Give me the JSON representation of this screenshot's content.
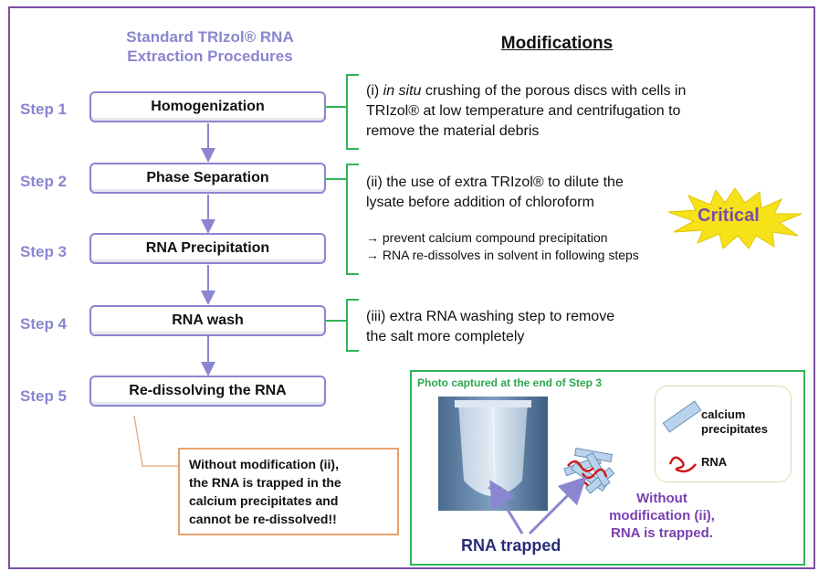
{
  "left_title": [
    "Standard TRIzol® RNA",
    "Extraction Procedures"
  ],
  "right_title": "Modifications",
  "steps": [
    {
      "label": "Step 1",
      "box": "Homogenization"
    },
    {
      "label": "Step 2",
      "box": "Phase Separation"
    },
    {
      "label": "Step 3",
      "box": "RNA Precipitation"
    },
    {
      "label": "Step 4",
      "box": "RNA wash"
    },
    {
      "label": "Step 5",
      "box": "Re-dissolving the RNA"
    }
  ],
  "mods": {
    "m1": {
      "prefix": "(i) ",
      "italic": "in situ",
      "line1_rest": " crushing of the porous discs with cells in",
      "line2": "TRIzol® at low temperature and centrifugation to",
      "line3": "remove the material debris"
    },
    "m2": {
      "line1": "(ii) the use of extra TRIzol® to dilute the",
      "line2": "lysate before addition of chloroform",
      "bullet1": "→ prevent calcium compound precipitation",
      "bullet2": "→ RNA re-dissolves in solvent in following steps"
    },
    "m3": {
      "line1": "(iii) extra RNA washing step to remove",
      "line2": "the salt more completely"
    }
  },
  "critical": "Critical",
  "note": [
    "Without modification (ii),",
    "the RNA is trapped in the",
    "calcium precipitates and",
    "cannot be re-dissolved!!"
  ],
  "photo": {
    "caption": "Photo captured at the end of Step 3",
    "legend_calcium": [
      "calcium",
      "precipitates"
    ],
    "legend_rna": "RNA",
    "without": [
      "Without",
      "modification (ii),",
      "RNA is trapped."
    ],
    "trapped": "RNA trapped"
  },
  "colors": {
    "frame": "#7a4fa3",
    "step_purple": "#8a86d0",
    "bracket_green": "#2fb35a",
    "note_orange": "#e8a070",
    "critical_yellow": "#f7e21a",
    "calcium_blue": "#b9d3ec",
    "rna_red": "#cc1a1a"
  }
}
